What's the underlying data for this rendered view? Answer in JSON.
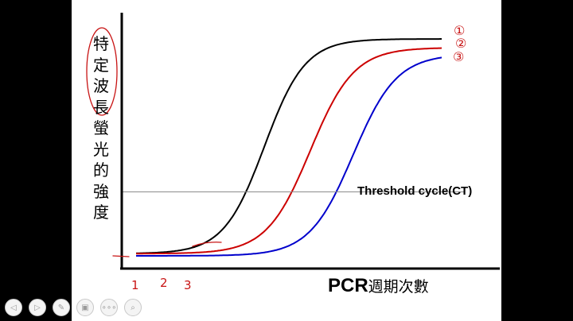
{
  "chart_data": {
    "type": "line",
    "title": "",
    "ylabel": "特定波長螢光的強度",
    "xlabel_latin": "PCR",
    "xlabel_cjk": "週期次數",
    "threshold_label": "Threshold cycle(CT)",
    "threshold_level": 0.295,
    "xlim": [
      0,
      1
    ],
    "ylim": [
      0,
      1
    ],
    "grid": false,
    "legend": "none",
    "series": [
      {
        "color": "#000000",
        "baseline": 0.01,
        "plateau": 1.0,
        "midpoint": 0.42,
        "steepness": 15
      },
      {
        "color": "#cc0000",
        "baseline": 0.01,
        "plateau": 0.96,
        "midpoint": 0.57,
        "steepness": 14
      },
      {
        "color": "#0000cc",
        "baseline": 0.0,
        "plateau": 0.93,
        "midpoint": 0.71,
        "steepness": 14
      }
    ],
    "annotations": [
      "①",
      "②",
      "③",
      "1",
      "2",
      "3"
    ]
  },
  "toolbar": {
    "buttons": [
      {
        "name": "prev-slide-button",
        "glyph": "◁"
      },
      {
        "name": "next-slide-button",
        "glyph": "▷"
      },
      {
        "name": "pen-tool-button",
        "glyph": "✎"
      },
      {
        "name": "slide-view-button",
        "glyph": "▣"
      },
      {
        "name": "more-options-button",
        "glyph": "∘∘∘"
      },
      {
        "name": "zoom-button",
        "glyph": "⌕"
      }
    ]
  },
  "colors": {
    "annotation_ink": "#c81414",
    "threshold_line": "#8c8c8c",
    "axis": "#000000"
  }
}
